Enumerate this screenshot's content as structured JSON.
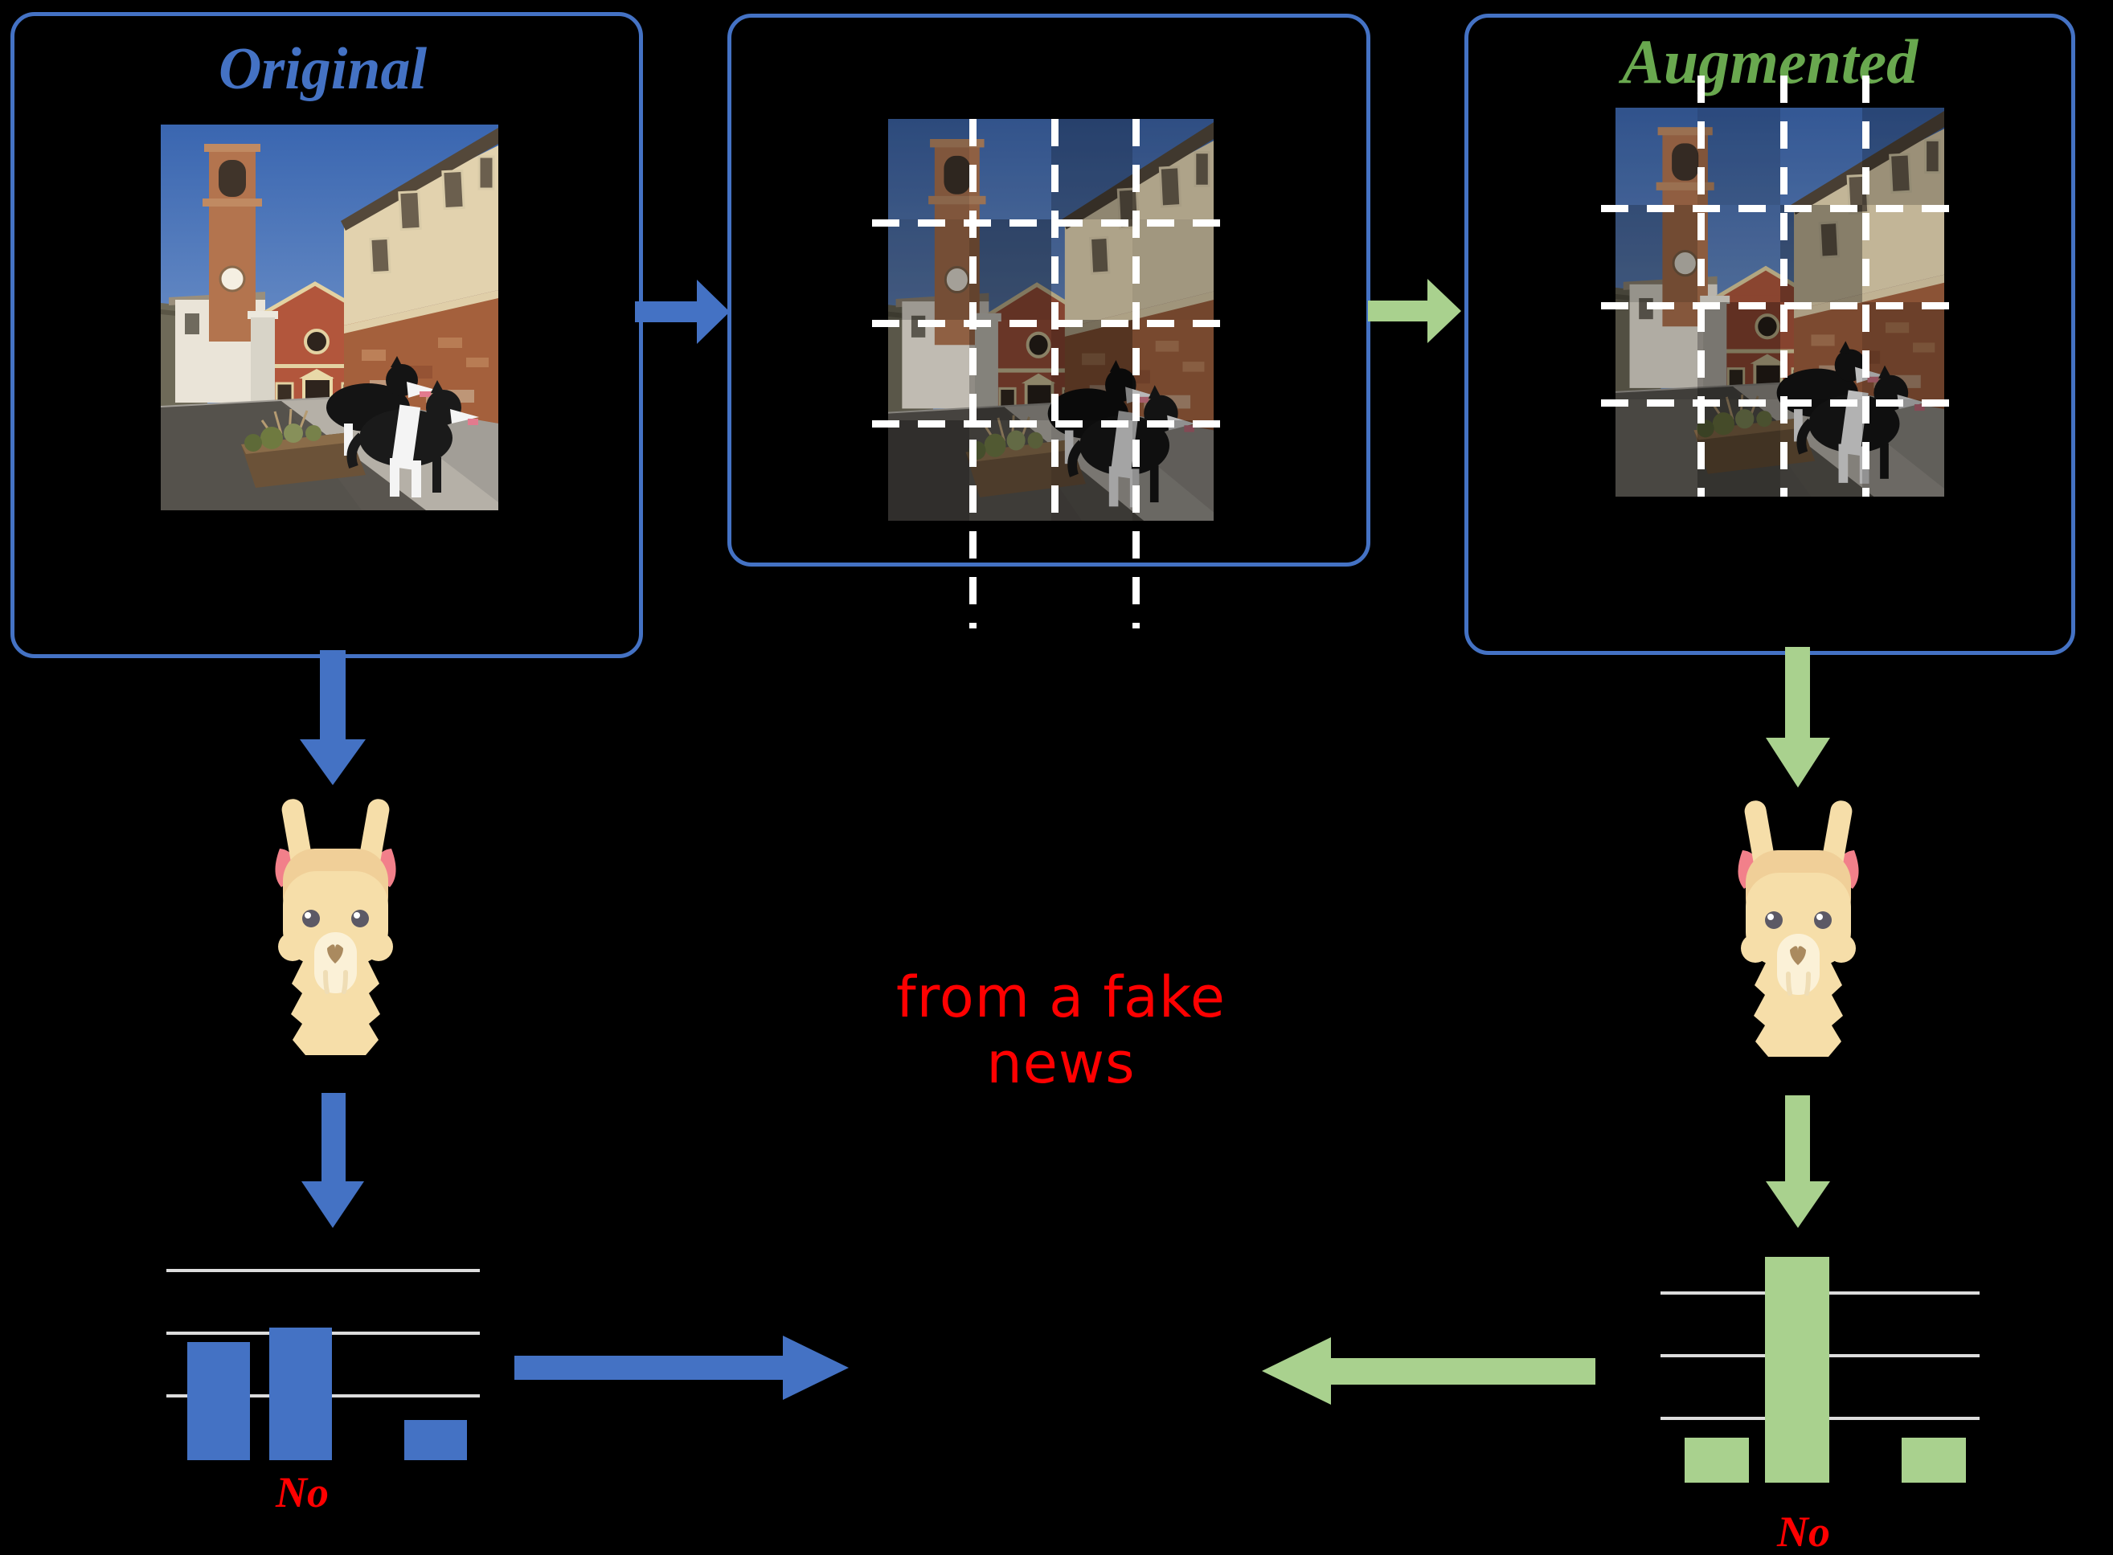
{
  "figure": {
    "panel_original_title": "Original",
    "panel_augmented_title": "Augmented",
    "caption_fake_news": "from a fake news",
    "answer_original": "No",
    "answer_augmented": "No"
  },
  "colors": {
    "primary_blue": "#4472C4",
    "accent_green": "#A9D18E",
    "title_green": "#69A84F",
    "alert_red": "#FF0000",
    "gridline_gray": "#DCDCDC",
    "background": "#000000"
  },
  "icons": {
    "model_left": "llama-icon",
    "model_right": "llama-icon"
  },
  "chart_data": [
    {
      "type": "bar",
      "id": "original-answer-distribution",
      "categories": [
        "",
        "No",
        ""
      ],
      "values": [
        0.47,
        0.53,
        0.16
      ],
      "highlight_label": "No",
      "highlight_index": 1,
      "bar_color": "#4472C4",
      "ylim": [
        0,
        1
      ],
      "gridlines": [
        0.25,
        0.5,
        0.75
      ],
      "title": "",
      "xlabel": "",
      "ylabel": "",
      "legend_position": "none"
    },
    {
      "type": "bar",
      "id": "augmented-answer-distribution",
      "categories": [
        "",
        "No",
        ""
      ],
      "values": [
        0.18,
        0.9,
        0.18
      ],
      "highlight_label": "No",
      "highlight_index": 1,
      "bar_color": "#A9D18E",
      "ylim": [
        0,
        1
      ],
      "gridlines": [
        0.25,
        0.5,
        0.75
      ],
      "title": "",
      "xlabel": "",
      "ylabel": "",
      "legend_position": "none"
    }
  ]
}
